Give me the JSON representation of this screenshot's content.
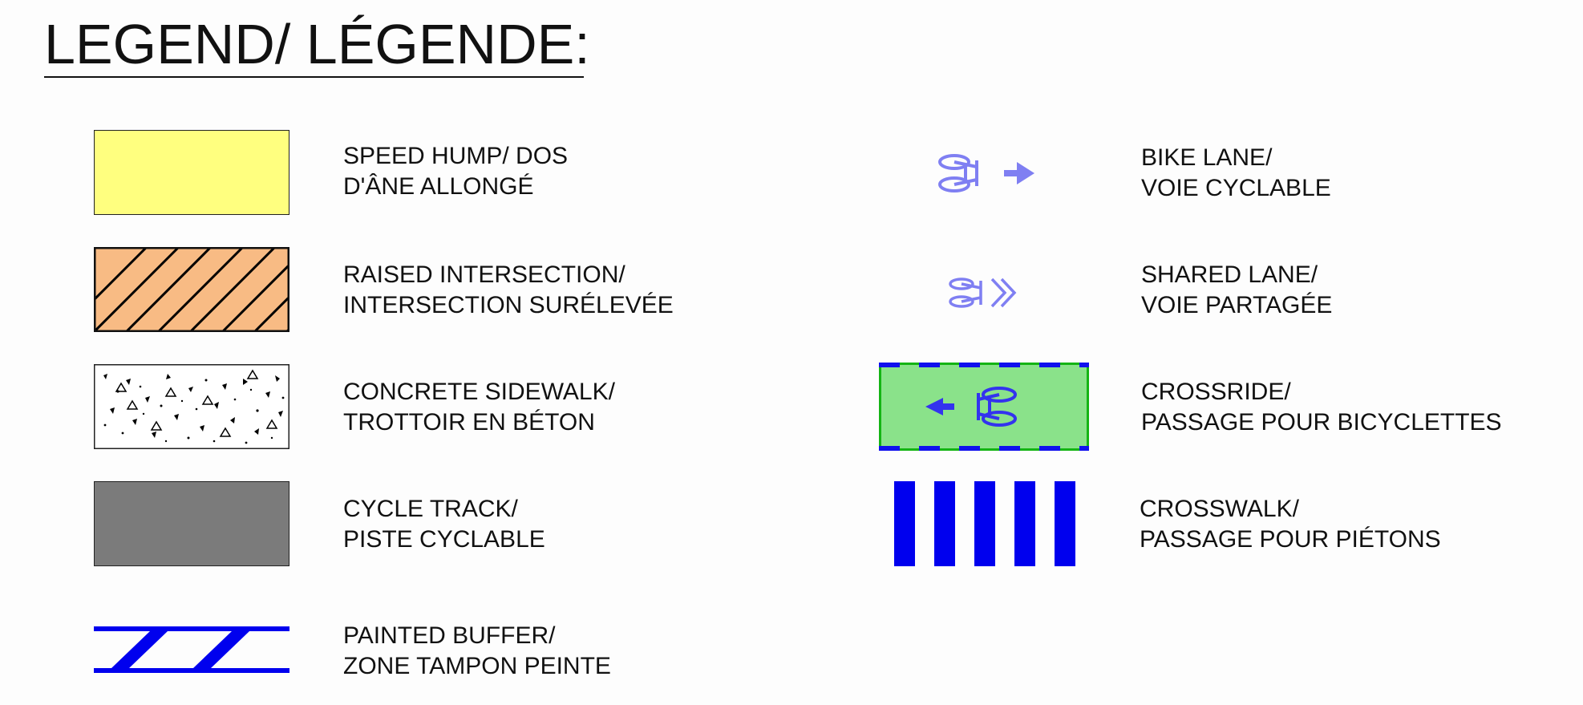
{
  "title": "LEGEND/ LÉGENDE:",
  "legend": {
    "speed_hump": {
      "line1": "SPEED HUMP/ DOS",
      "line2": "D'ÂNE ALLONGÉ",
      "fill": "#ffff7f"
    },
    "raised_intersection": {
      "line1": "RAISED INTERSECTION/",
      "line2": "INTERSECTION SURÉLEVÉE",
      "fill": "#f8bb84"
    },
    "concrete_sidewalk": {
      "line1": "CONCRETE SIDEWALK/",
      "line2": "TROTTOIR EN BÉTON"
    },
    "cycle_track": {
      "line1": "CYCLE TRACK/",
      "line2": "PISTE CYCLABLE",
      "fill": "#7b7b7b"
    },
    "painted_buffer": {
      "line1": "PAINTED BUFFER/",
      "line2": "ZONE TAMPON PEINTE",
      "color": "#0000ee"
    },
    "bike_lane": {
      "line1": "BIKE LANE/",
      "line2": "VOIE CYCLABLE",
      "color": "#7f7ff2"
    },
    "shared_lane": {
      "line1": "SHARED LANE/",
      "line2": "VOIE PARTAGÉE",
      "color": "#7f7ff2"
    },
    "crossride": {
      "line1": "CROSSRIDE/",
      "line2": "PASSAGE POUR BICYCLETTES",
      "fill": "#8ae28a",
      "border": "#14b414",
      "dash": "#1010ee"
    },
    "crosswalk": {
      "line1": "CROSSWALK/",
      "line2": "PASSAGE POUR PIÉTONS",
      "color": "#0000ee"
    }
  }
}
